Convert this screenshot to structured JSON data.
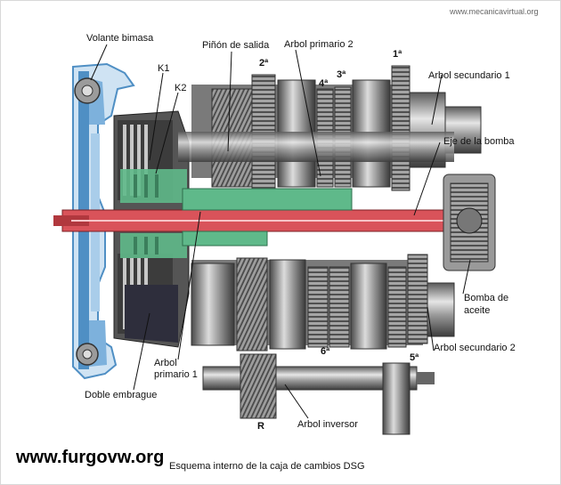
{
  "site_url": "www.mecanicavirtual.org",
  "watermark": "www.furgovw.org",
  "caption": "Esquema interno de la caja de cambios DSG",
  "labels": {
    "volante_bimasa": "Volante bimasa",
    "k1": "K1",
    "k2": "K2",
    "pinon_salida": "Piñón de salida",
    "arbol_primario_2": "Arbol primario 2",
    "arbol_secundario_1": "Arbol secundario 1",
    "eje_bomba": "Eje de la bomba",
    "bomba_aceite_1": "Bomba de",
    "bomba_aceite_2": "aceite",
    "arbol_secundario_2": "Arbol secundario 2",
    "arbol_primario_1_a": "Arbol",
    "arbol_primario_1_b": "primario 1",
    "doble_embrague": "Doble embrague",
    "arbol_inversor": "Arbol inversor"
  },
  "gears": {
    "g2": "2ª",
    "g4": "4ª",
    "g3": "3ª",
    "g1": "1ª",
    "g6": "6ª",
    "g5": "5ª",
    "gR": "R"
  },
  "colors": {
    "shaft_red": "#d9535a",
    "shaft_green": "#5fb98a",
    "housing_blue": "#4f8fc4",
    "metal": "#8c8c8c",
    "dark_metal": "#3a3a3a"
  }
}
